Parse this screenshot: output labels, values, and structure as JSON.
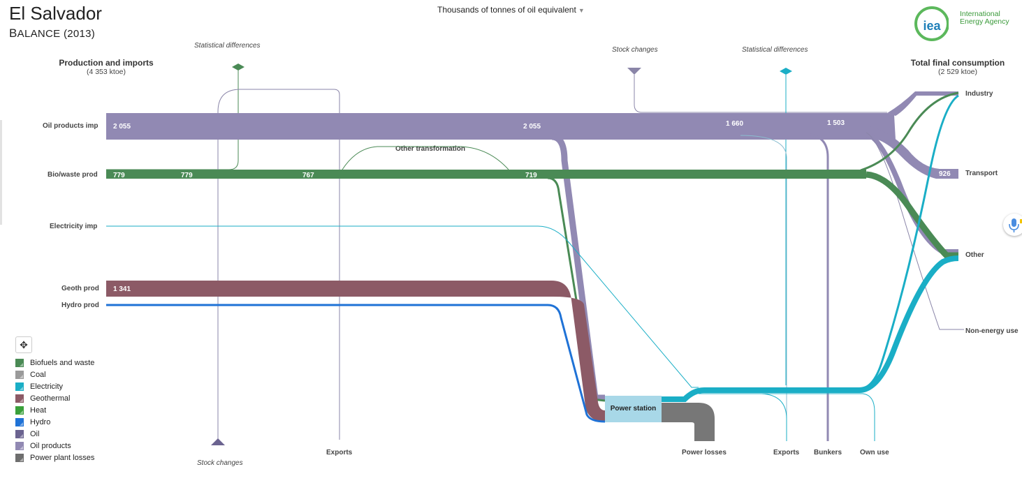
{
  "header": {
    "country": "El Salvador",
    "balance_initial": "B",
    "balance_rest": "ALANCE",
    "year": "(2013)",
    "unit": "Thousands of tonnes of oil equivalent",
    "logo_lines": [
      "International",
      "Energy Agency"
    ],
    "logo_mark": "iea"
  },
  "left": {
    "title": "Production and imports",
    "total": "(4 353 ktoe)"
  },
  "right": {
    "title": "Total final consumption",
    "total": "(2 529 ktoe)"
  },
  "sources": [
    "Oil products imp",
    "Bio/waste prod",
    "Electricity imp",
    "Geoth prod",
    "Hydro prod"
  ],
  "sinks": [
    "Industry",
    "Transport",
    "Other",
    "Non-energy use"
  ],
  "bottom": {
    "stock_changes": "Stock changes",
    "exports_left": "Exports",
    "power_losses": "Power losses",
    "exports_right": "Exports",
    "bunkers": "Bunkers",
    "own_use": "Own use"
  },
  "top": {
    "stat_diff_left": "Statistical differences",
    "stock_changes": "Stock  changes",
    "stat_diff_right": "Statistical differences",
    "other_transformation": "Other transformation"
  },
  "power_station": "Power station",
  "legend": [
    {
      "label": "Biofuels and waste",
      "color": "#4a8a55"
    },
    {
      "label": "Coal",
      "color": "#9a9a9a"
    },
    {
      "label": "Electricity",
      "color": "#1aaec6"
    },
    {
      "label": "Geothermal",
      "color": "#8c5a66"
    },
    {
      "label": "Heat",
      "color": "#3aa03a"
    },
    {
      "label": "Hydro",
      "color": "#1f72d6"
    },
    {
      "label": "Oil",
      "color": "#6b6390"
    },
    {
      "label": "Oil products",
      "color": "#9189b3"
    },
    {
      "label": "Power plant losses",
      "color": "#6e6e6e"
    }
  ],
  "icons": {
    "pan": "move-icon",
    "mic": "microphone-icon"
  },
  "chart_data": {
    "type": "sankey",
    "unit": "ktoe",
    "nodes": [
      "Oil products imp",
      "Bio/waste prod",
      "Electricity imp",
      "Geoth prod",
      "Hydro prod",
      "Other transformation",
      "Power station",
      "Power losses",
      "Exports",
      "Bunkers",
      "Own use",
      "Stock changes",
      "Statistical differences",
      "Industry",
      "Transport",
      "Other",
      "Non-energy use"
    ],
    "flow_labels": [
      {
        "flow": "Oil products imp",
        "values": [
          "2 055",
          "2 055",
          "1 660",
          "1 503"
        ]
      },
      {
        "flow": "Bio/waste prod",
        "values": [
          "779",
          "779",
          "767",
          "719"
        ]
      },
      {
        "flow": "Geoth prod",
        "values": [
          "1 341"
        ]
      },
      {
        "flow": "Transport",
        "values": [
          "926"
        ]
      }
    ],
    "totals": {
      "production_and_imports": 4353,
      "total_final_consumption": 2529
    }
  }
}
